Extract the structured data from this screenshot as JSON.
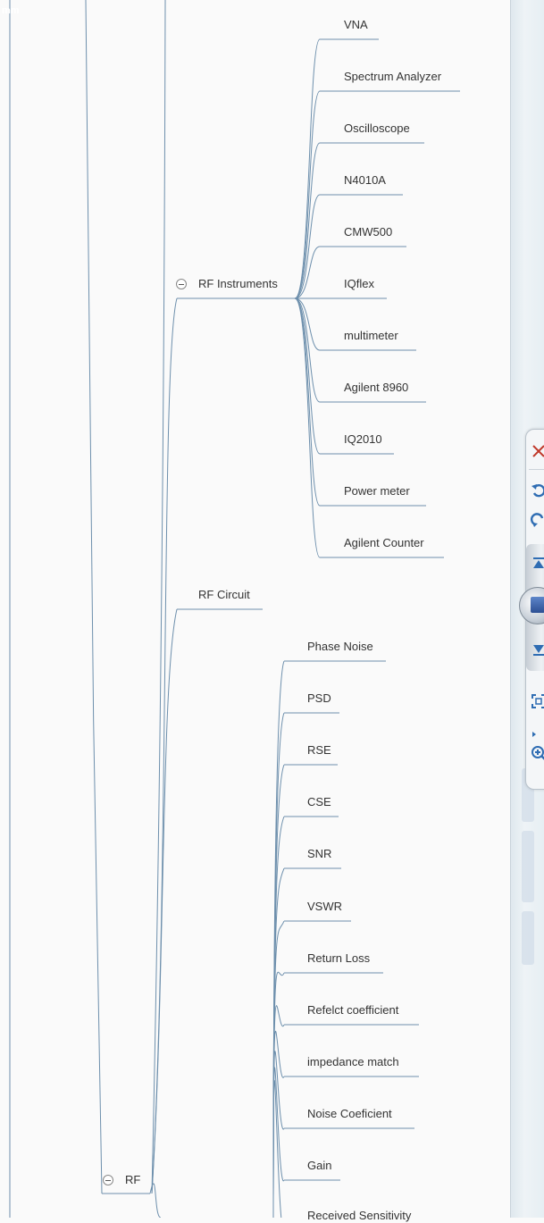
{
  "corner_label": "mm",
  "mindmap": {
    "root": {
      "label": "RF"
    },
    "rf_instruments": {
      "label": "RF Instruments",
      "children": [
        "VNA",
        "Spectrum Analyzer",
        "Oscilloscope",
        "N4010A",
        "CMW500",
        "IQflex",
        "multimeter",
        "Agilent 8960",
        "IQ2010",
        "Power meter",
        "Agilent Counter"
      ]
    },
    "rf_circuit": {
      "label": "RF Circuit",
      "children": [
        "Phase Noise",
        "PSD",
        "RSE",
        "CSE",
        "SNR",
        "VSWR",
        "Return Loss",
        "Refelct coefficient",
        "impedance match",
        "Noise Coeficient",
        "Gain",
        "Received Sensitivity"
      ]
    }
  },
  "colors": {
    "line": "#6d8fac",
    "text": "#333333",
    "close": "#c0392b",
    "toolbar_blue": "#2f6db3"
  },
  "toolbar": {
    "icons": [
      "close-icon",
      "undo-icon",
      "redo-icon",
      "scroll-top-icon",
      "scroll-handle-icon",
      "scroll-bottom-icon",
      "fit-view-icon",
      "zoom-in-icon"
    ]
  }
}
